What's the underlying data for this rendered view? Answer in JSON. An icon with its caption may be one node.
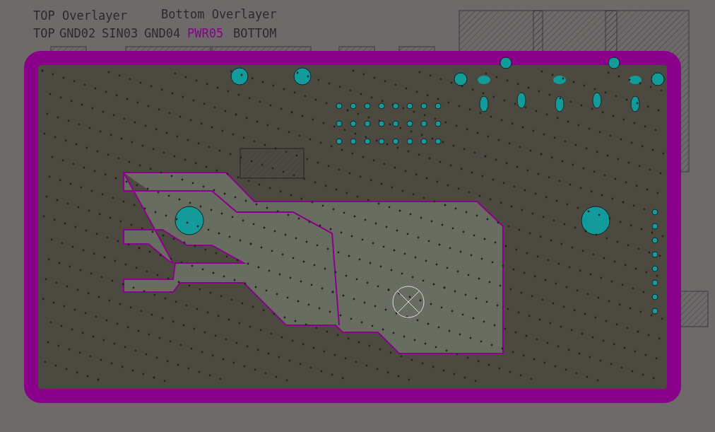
{
  "diagram": {
    "labels": [
      "TOP Overlayer",
      "Bottom Overlayer",
      "TOP",
      "GND02",
      "SIN03",
      "GND04",
      "PWR05",
      "BOTTOM"
    ]
  }
}
